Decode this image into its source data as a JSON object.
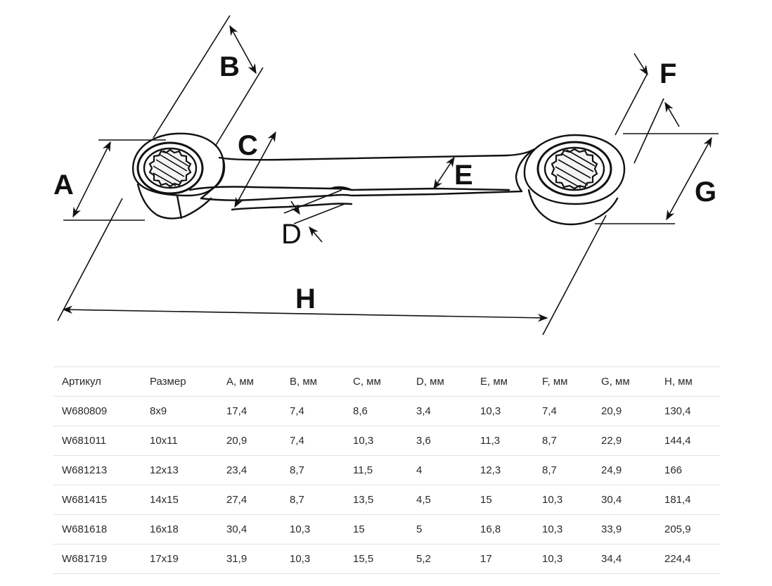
{
  "diagram": {
    "labels": {
      "a": "A",
      "b": "B",
      "c": "C",
      "d": "D",
      "e": "E",
      "f": "F",
      "g": "G",
      "h": "H"
    },
    "line_color": "#111111"
  },
  "table": {
    "headers": [
      "Артикул",
      "Размер",
      "A, мм",
      "B, мм",
      "C, мм",
      "D, мм",
      "E, мм",
      "F, мм",
      "G, мм",
      "H, мм"
    ],
    "rows": [
      [
        "W680809",
        "8x9",
        "17,4",
        "7,4",
        "8,6",
        "3,4",
        "10,3",
        "7,4",
        "20,9",
        "130,4"
      ],
      [
        "W681011",
        "10x11",
        "20,9",
        "7,4",
        "10,3",
        "3,6",
        "11,3",
        "8,7",
        "22,9",
        "144,4"
      ],
      [
        "W681213",
        "12x13",
        "23,4",
        "8,7",
        "11,5",
        "4",
        "12,3",
        "8,7",
        "24,9",
        "166"
      ],
      [
        "W681415",
        "14x15",
        "27,4",
        "8,7",
        "13,5",
        "4,5",
        "15",
        "10,3",
        "30,4",
        "181,4"
      ],
      [
        "W681618",
        "16x18",
        "30,4",
        "10,3",
        "15",
        "5",
        "16,8",
        "10,3",
        "33,9",
        "205,9"
      ],
      [
        "W681719",
        "17x19",
        "31,9",
        "10,3",
        "15,5",
        "5,2",
        "17",
        "10,3",
        "34,4",
        "224,4"
      ]
    ],
    "border_color": "#e3e3e3"
  }
}
